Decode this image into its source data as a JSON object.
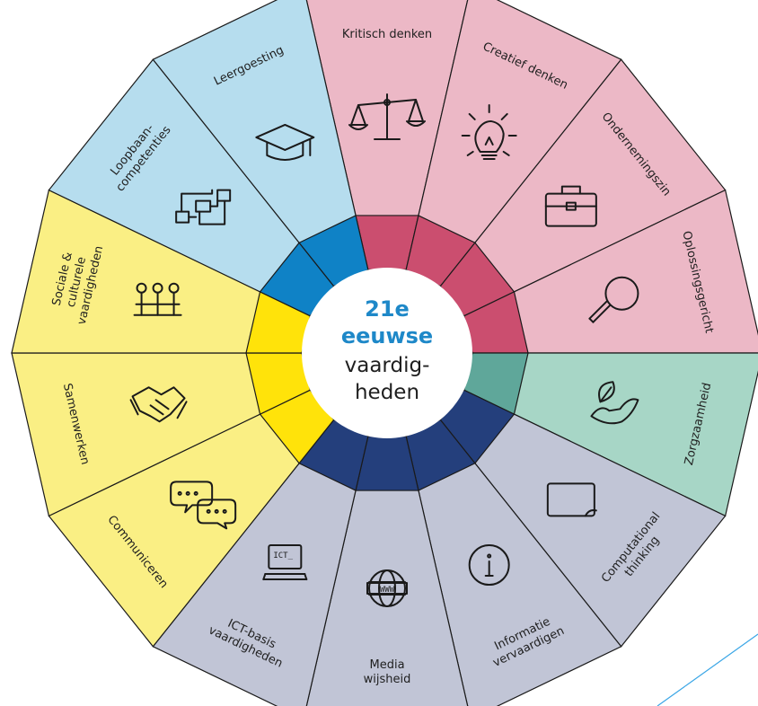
{
  "center": {
    "line1": "21e",
    "line2": "eeuwse",
    "line3": "vaardig-",
    "line4": "heden"
  },
  "colors": {
    "pink": "#ecb8c6",
    "pink_ring": "#cb4e6f",
    "blue": "#b6ddee",
    "blue_ring": "#0f82c6",
    "yellow": "#faef84",
    "yellow_ring": "#ffe30a",
    "teal": "#a7d6c6",
    "teal_ring": "#5fa79a",
    "grey": "#c1c5d6",
    "grey_ring": "#243f7c",
    "deco_line": "#3aa6e6"
  },
  "segments": [
    {
      "key": "kritisch",
      "lines": [
        "Kritisch denken"
      ],
      "group": "pink",
      "icon": "scale-icon"
    },
    {
      "key": "creatief",
      "lines": [
        "Creatief denken"
      ],
      "group": "pink",
      "icon": "lightbulb-icon"
    },
    {
      "key": "ondernemingszin",
      "lines": [
        "Ondernemingszin"
      ],
      "group": "pink",
      "icon": "briefcase-icon"
    },
    {
      "key": "oplossingsgericht",
      "lines": [
        "Oplossingsgericht"
      ],
      "group": "pink",
      "icon": "magnifier-icon"
    },
    {
      "key": "zorgzaamheid",
      "lines": [
        "Zorgzaamheid"
      ],
      "group": "teal",
      "icon": "leaf-hands-icon"
    },
    {
      "key": "computational",
      "lines": [
        "Computational",
        "thinking"
      ],
      "group": "grey",
      "icon": "card-icon"
    },
    {
      "key": "informatie",
      "lines": [
        "Informatie",
        "vervaardigen"
      ],
      "group": "grey",
      "icon": "info-icon"
    },
    {
      "key": "media",
      "lines": [
        "Media",
        "wijsheid"
      ],
      "group": "grey",
      "icon": "www-icon"
    },
    {
      "key": "ict",
      "lines": [
        "ICT-basis",
        "vaardigheden"
      ],
      "group": "grey",
      "icon": "computer-icon"
    },
    {
      "key": "communiceren",
      "lines": [
        "Communiceren"
      ],
      "group": "yellow",
      "icon": "speech-bubbles-icon"
    },
    {
      "key": "samenwerken",
      "lines": [
        "Samenwerken"
      ],
      "group": "yellow",
      "icon": "handshake-icon"
    },
    {
      "key": "sociale",
      "lines": [
        "Sociale &",
        "culturele",
        "vaardigheden"
      ],
      "group": "yellow",
      "icon": "people-network-icon"
    },
    {
      "key": "loopbaan",
      "lines": [
        "Loopbaan-",
        "competenties"
      ],
      "group": "blue",
      "icon": "flowchart-icon"
    },
    {
      "key": "leergoesting",
      "lines": [
        "Leergoesting"
      ],
      "group": "blue",
      "icon": "graduation-cap-icon"
    }
  ]
}
